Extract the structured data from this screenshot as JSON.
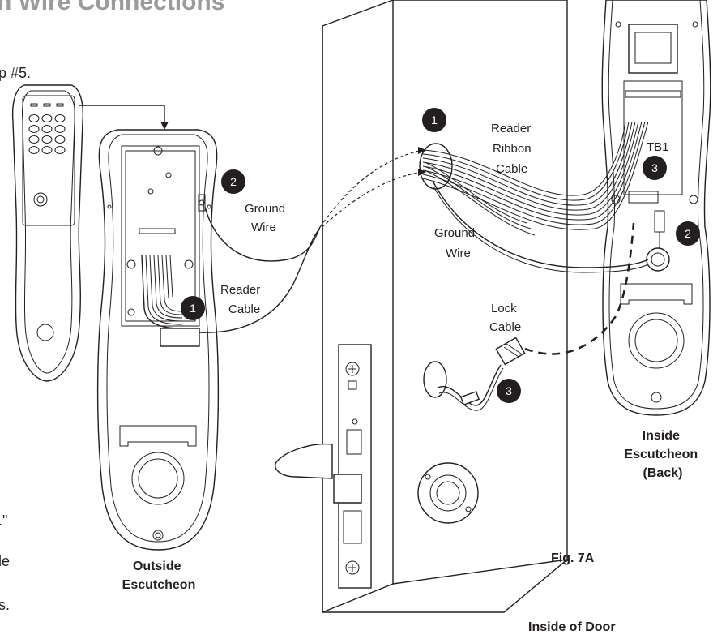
{
  "header": {
    "title": "n Wire Connections"
  },
  "side_text": {
    "step_ref": "p #5.",
    "quote_fragment": ".\"",
    "word_fragment_1": "le",
    "word_fragment_2": "s."
  },
  "labels": {
    "ground_wire_outside": [
      "Ground",
      "Wire"
    ],
    "reader_cable": [
      "Reader",
      "Cable"
    ],
    "reader_ribbon_cable": [
      "Reader",
      "Ribbon",
      "Cable"
    ],
    "ground_wire_inside": [
      "Ground",
      "Wire"
    ],
    "lock_cable": [
      "Lock",
      "Cable"
    ],
    "tb1": "TB1",
    "outside_escutcheon": [
      "Outside",
      "Escutcheon"
    ],
    "inside_escutcheon": [
      "Inside",
      "Escutcheon",
      "(Back)"
    ],
    "figure": "Fig.  7A",
    "inside_of_door": "Inside of Door"
  },
  "callouts": {
    "outside_ground": "2",
    "outside_reader": "1",
    "door_reader": "1",
    "door_lock": "3",
    "inside_tb1": "3",
    "inside_ground": "2"
  }
}
